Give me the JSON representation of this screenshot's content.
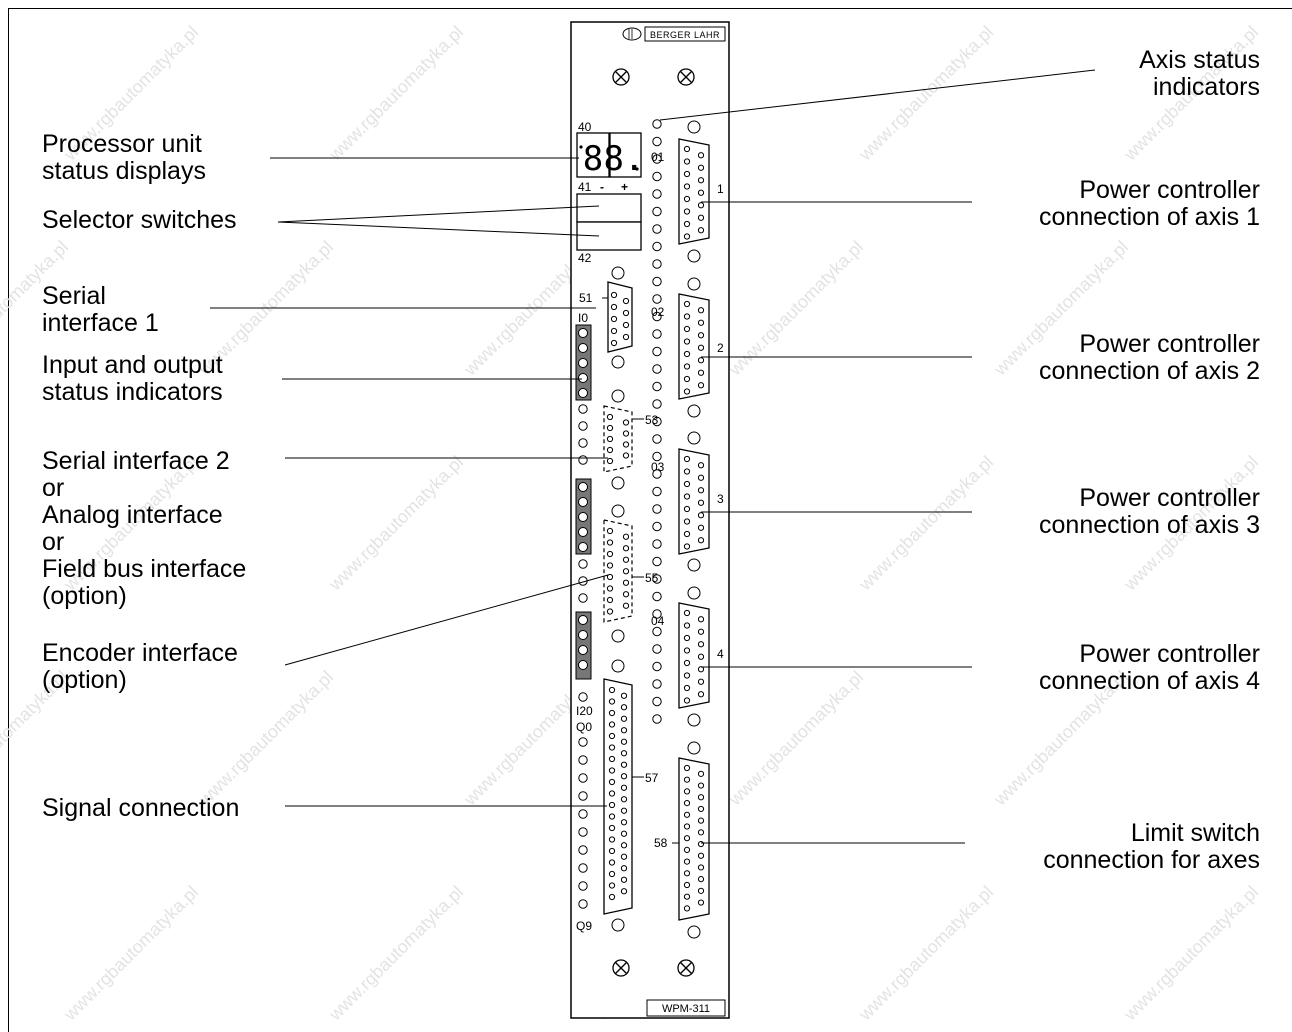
{
  "watermark": "www.rgbautomatyka.pl",
  "brand": "BERGER LAHR",
  "model": "WPM-311",
  "display_digits": [
    "8",
    "8."
  ],
  "callouts_left": [
    "Processor unit\nstatus displays",
    "Selector switches",
    "Serial\ninterface 1",
    "Input and output\nstatus indicators",
    "Serial interface 2\nor\nAnalog interface\nor\nField bus interface\n(option)",
    "Encoder interface\n(option)",
    "Signal connection"
  ],
  "callouts_right": [
    "Axis status\nindicators",
    "Power controller\nconnection of axis 1",
    "Power controller\nconnection of axis 2",
    "Power controller\nconnection of axis 3",
    "Power controller\nconnection of axis 4",
    "Limit switch\nconnection for axes"
  ],
  "panel_labels": {
    "n40": "40",
    "n41": "41",
    "n42": "42",
    "minus": "-",
    "plus": "+",
    "n51": "51",
    "n53": "53",
    "n55": "55",
    "n57": "57",
    "n58": "58",
    "i0": "I0",
    "i20": "I20",
    "q0": "Q0",
    "q9": "Q9",
    "o1": "01",
    "o2": "02",
    "o3": "03",
    "o4": "04",
    "ax1": "1",
    "ax2": "2",
    "ax3": "3",
    "ax4": "4"
  }
}
